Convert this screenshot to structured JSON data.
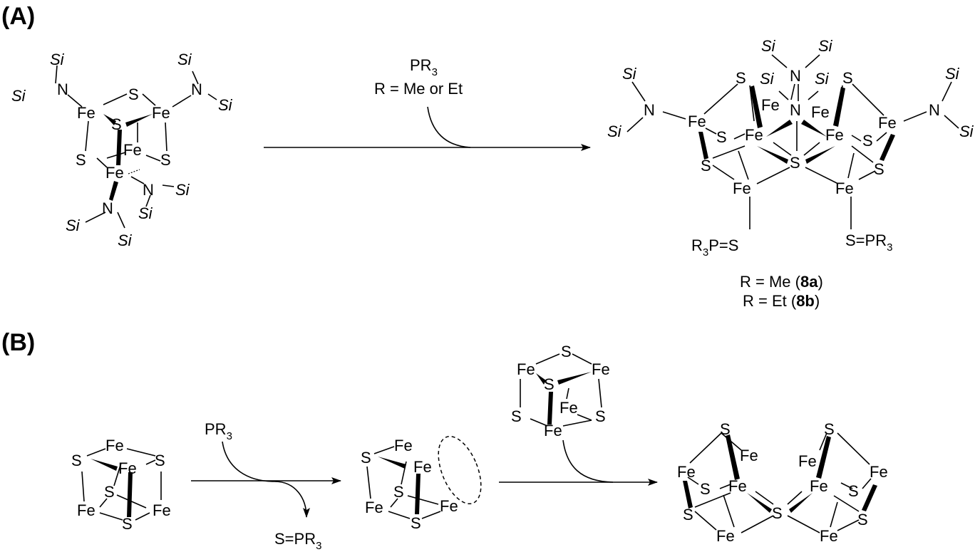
{
  "panels": {
    "a": "(A)",
    "b": "(B)"
  },
  "atoms": {
    "fe": "Fe",
    "s": "S",
    "n": "N",
    "si": "Si"
  },
  "reagents": {
    "a_reagent": "PR",
    "a_reagent_sub": "3",
    "a_condition": "R = Me or Et",
    "b_reagent": "PR",
    "b_reagent_sub": "3",
    "b_byproduct": "S=PR",
    "b_byproduct_sub": "3"
  },
  "ligands": {
    "left_r": "R",
    "left_sub": "3",
    "left_p": "P=S",
    "right_s": "S=PR",
    "right_sub": "3"
  },
  "products": {
    "line1_prefix": "R = Me (",
    "line1_bold": "8a",
    "line1_suffix": ")",
    "line2_prefix": "R = Et (",
    "line2_bold": "8b",
    "line2_suffix": ")"
  }
}
